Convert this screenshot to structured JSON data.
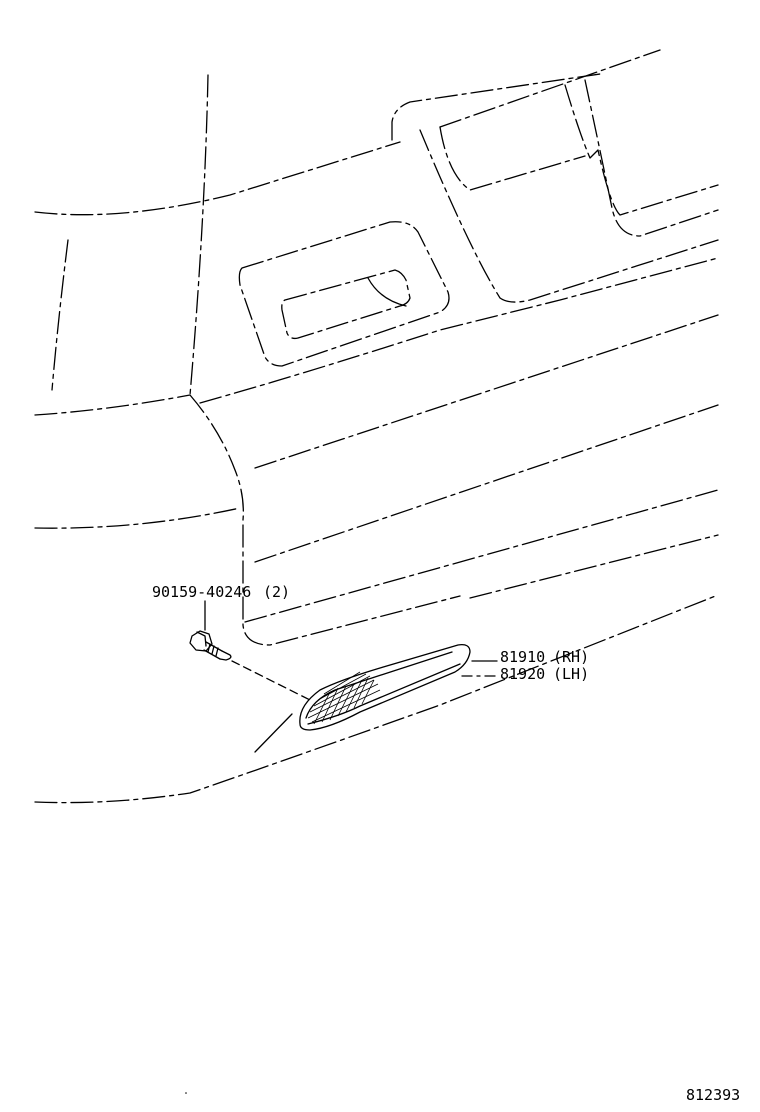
{
  "diagram": {
    "bolt_part": {
      "number": "90159-40246",
      "qty": "(2)"
    },
    "lamp_parts": [
      {
        "number": "81910",
        "side": "(RH)"
      },
      {
        "number": "81920",
        "side": "(LH)"
      }
    ],
    "illustration_number": "812393"
  }
}
